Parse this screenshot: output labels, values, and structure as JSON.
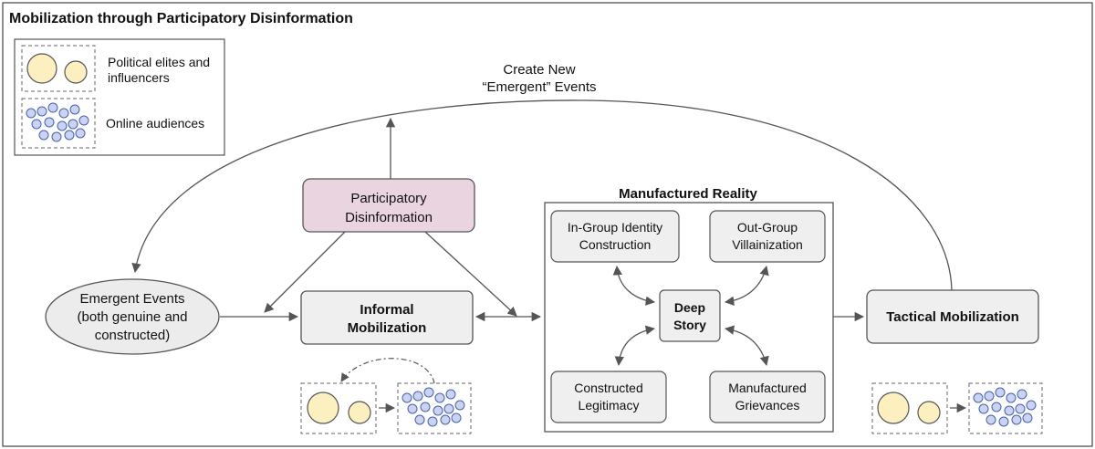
{
  "title": "Mobilization through Participatory Disinformation",
  "legend": {
    "elites_label_line1": "Political elites and",
    "elites_label_line2": "influencers",
    "audiences_label": "Online audiences"
  },
  "create_new": {
    "line1": "Create New",
    "line2": "“Emergent” Events"
  },
  "participatory_disinformation": {
    "line1": "Participatory",
    "line2": "Disinformation"
  },
  "emergent_events": {
    "line1": "Emergent Events",
    "line2": "(both genuine and",
    "line3": "constructed)"
  },
  "informal_mobilization": {
    "line1": "Informal",
    "line2": "Mobilization"
  },
  "manufactured_reality": {
    "title": "Manufactured Reality",
    "in_group": {
      "line1": "In-Group Identity",
      "line2": "Construction"
    },
    "out_group": {
      "line1": "Out-Group",
      "line2": "Villainization"
    },
    "deep_story": {
      "line1": "Deep",
      "line2": "Story"
    },
    "legitimacy": {
      "line1": "Constructed",
      "line2": "Legitimacy"
    },
    "grievances": {
      "line1": "Manufactured",
      "line2": "Grievances"
    }
  },
  "tactical_mobilization": "Tactical Mobilization",
  "colors": {
    "elite_fill": "#fdf0c0",
    "audience_fill": "#c9d4f2",
    "audience_stroke": "#4a5fa8",
    "disinfo_fill": "#ead4e0",
    "box_fill": "#efefef",
    "stroke": "#555555"
  }
}
